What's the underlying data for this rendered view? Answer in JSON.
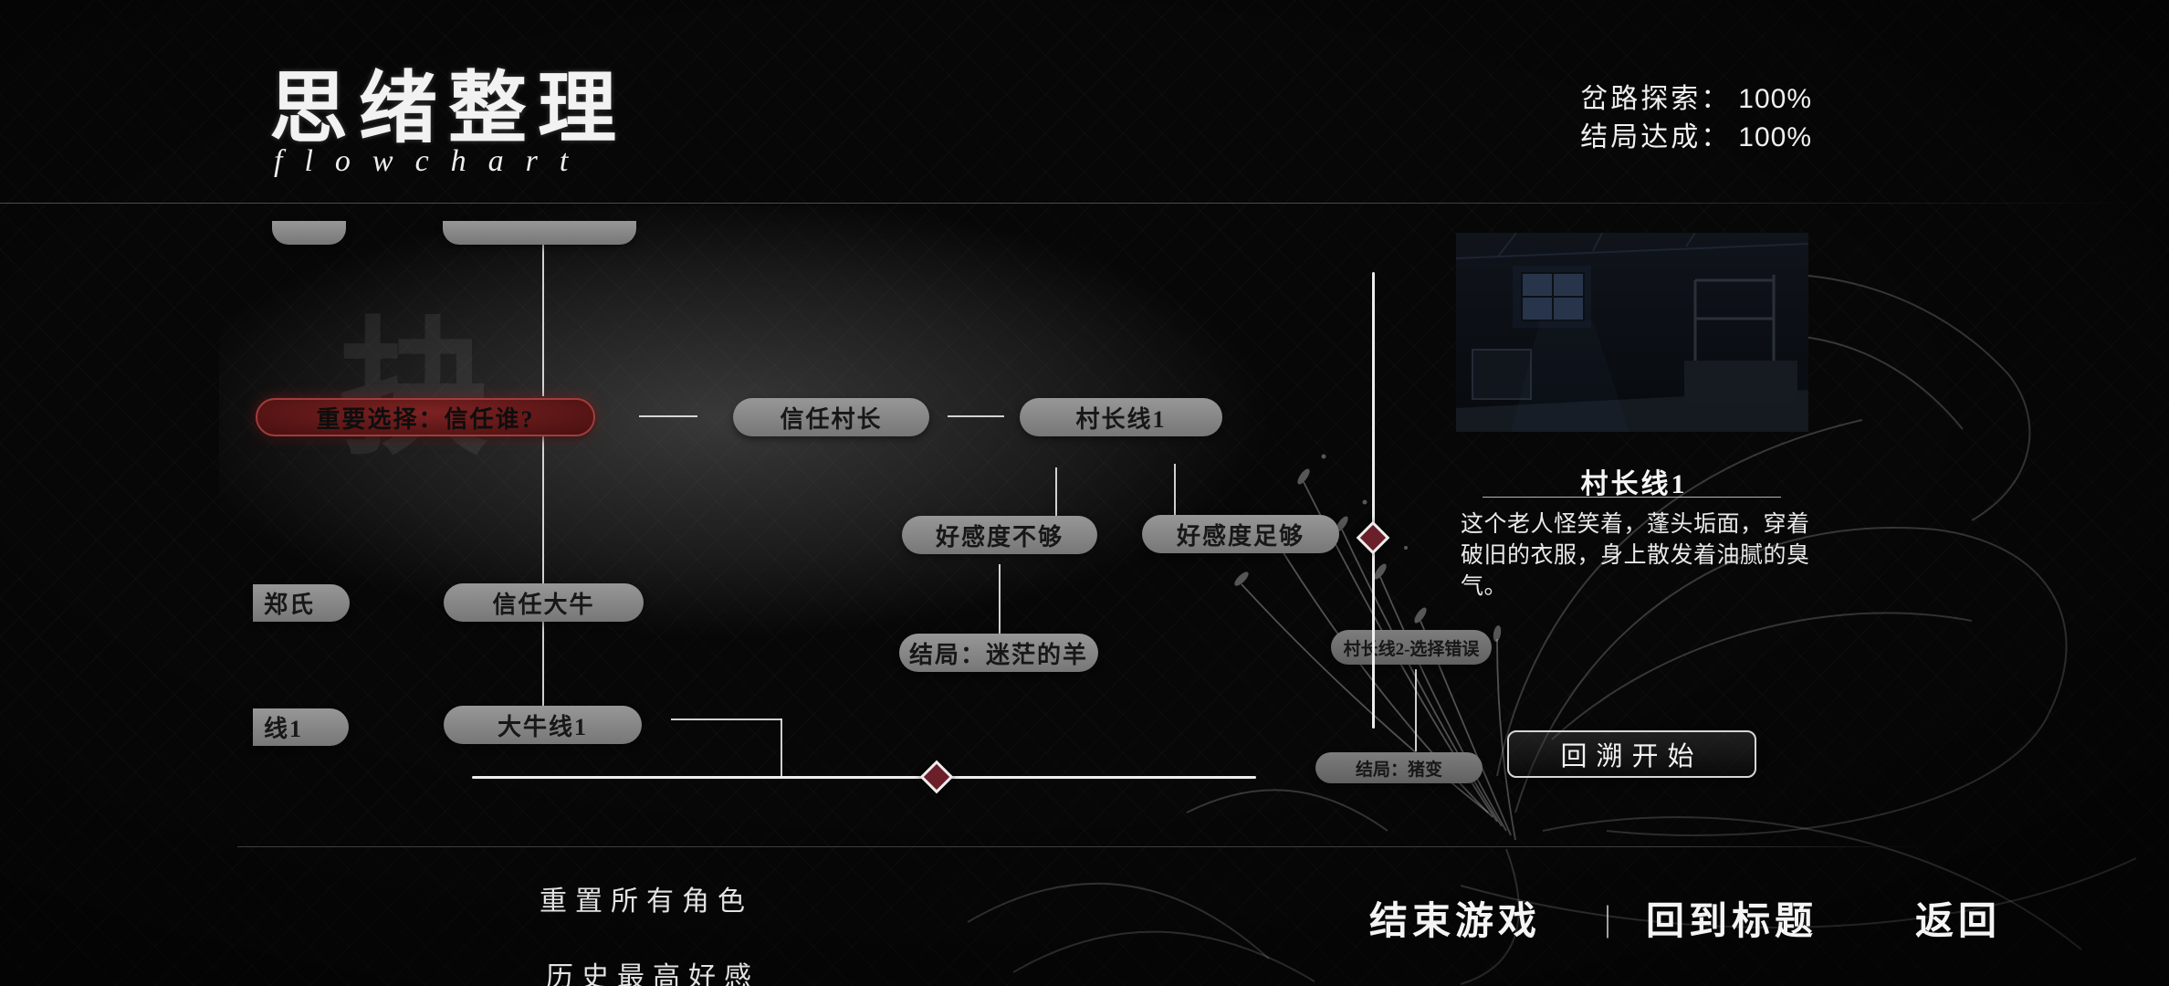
{
  "header": {
    "title": "思绪整理",
    "subtitle": "flowchart",
    "stats": [
      {
        "label": "岔路探索：",
        "value": "100%"
      },
      {
        "label": "结局达成：",
        "value": "100%"
      }
    ]
  },
  "flowchart": {
    "watermark": "抉",
    "nodes": [
      {
        "id": "top-partial-1",
        "label": ""
      },
      {
        "id": "top-partial-2",
        "label": ""
      },
      {
        "id": "important-choice",
        "label": "重要选择：信任谁?"
      },
      {
        "id": "trust-village-chief",
        "label": "信任村长"
      },
      {
        "id": "chief-line-1",
        "label": "村长线1"
      },
      {
        "id": "affinity-not-enough",
        "label": "好感度不够"
      },
      {
        "id": "affinity-enough",
        "label": "好感度足够"
      },
      {
        "id": "zheng-partial",
        "label": "郑氏"
      },
      {
        "id": "trust-daniu",
        "label": "信任大牛"
      },
      {
        "id": "ending-lost-sheep",
        "label": "结局：迷茫的羊"
      },
      {
        "id": "chief-line-2-wrong-choice",
        "label": "村长线2-选择错误"
      },
      {
        "id": "daniu-line-1",
        "label": "大牛线1"
      },
      {
        "id": "line-1-partial",
        "label": "线1"
      },
      {
        "id": "ending-pig",
        "label": "结局：猪变"
      }
    ]
  },
  "detail_panel": {
    "title": "村长线1",
    "description": "这个老人怪笑着，蓬头垢面，穿着破旧的衣服，身上散发着油腻的臭气。",
    "action_button": "回溯开始"
  },
  "footer": {
    "reset_all_characters": "重置所有角色",
    "history_max_affinity": "历史最高好感",
    "separator": "｜",
    "menu": [
      {
        "label": "结束游戏"
      },
      {
        "label": "回到标题"
      },
      {
        "label": "返回"
      }
    ]
  },
  "colors": {
    "accent_red": "#6b1f2a",
    "node_gray": "#8f8f8f",
    "background": "#070707"
  }
}
